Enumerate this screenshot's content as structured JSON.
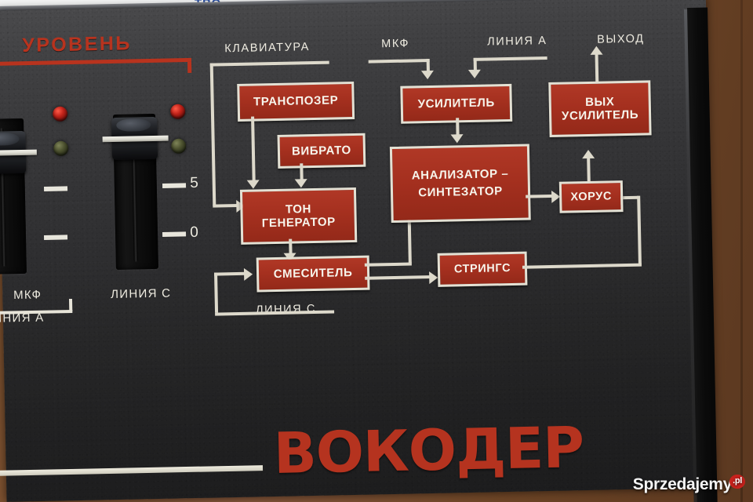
{
  "device": {
    "brand_logo": "ВОКОДЕР",
    "section_title": "УРОВЕНЬ"
  },
  "colors": {
    "panel_dark": "#2a2a2c",
    "panel_light": "#4a4a4c",
    "block_red": "#a5301f",
    "accent_red": "#b8331e",
    "line_cream": "#ddd9cb",
    "text_cream": "#efece1",
    "led_red": "#c0231a",
    "led_green": "#4c512f",
    "wood_bg": "#7a4f2c"
  },
  "level_section": {
    "faders": [
      {
        "name": "fader-mic",
        "label_top": "МКФ",
        "label_bottom": "ЛИНИЯ А"
      },
      {
        "name": "fader-line-c",
        "label": "ЛИНИЯ С"
      }
    ],
    "scale_labels": [
      "5",
      "0"
    ],
    "leds": [
      {
        "name": "led-red-1",
        "color": "red"
      },
      {
        "name": "led-green-1",
        "color": "green"
      },
      {
        "name": "led-red-2",
        "color": "red"
      },
      {
        "name": "led-green-2",
        "color": "green"
      }
    ]
  },
  "diagram": {
    "type": "signal-flow-block-diagram",
    "blocks": [
      {
        "id": "transposer",
        "label": "ТРАНСПОЗЕР"
      },
      {
        "id": "vibrato",
        "label": "ВИБРАТО"
      },
      {
        "id": "tone_gen",
        "label": "ТОН\nГЕНЕРАТОР",
        "line1": "ТОН",
        "line2": "ГЕНЕРАТОР"
      },
      {
        "id": "mixer",
        "label": "СМЕСИТЕЛЬ"
      },
      {
        "id": "amplifier",
        "label": "УСИЛИТЕЛЬ"
      },
      {
        "id": "analyzer",
        "label": "АНАЛИЗАТОР –\nСИНТЕЗАТОР",
        "line1": "АНАЛИЗАТОР –",
        "line2": "СИНТЕЗАТОР"
      },
      {
        "id": "strings",
        "label": "СТРИНГС"
      },
      {
        "id": "chorus",
        "label": "ХОРУС"
      },
      {
        "id": "out_amp",
        "label": "ВЫХ\nУСИЛИТЕЛЬ",
        "line1": "ВЫХ",
        "line2": "УСИЛИТЕЛЬ"
      }
    ],
    "signal_labels": [
      {
        "id": "keyboard",
        "label": "КЛАВИАТУРА"
      },
      {
        "id": "mic",
        "label": "МКФ"
      },
      {
        "id": "line_a",
        "label": "ЛИНИЯ А"
      },
      {
        "id": "output",
        "label": "ВЫХОД"
      },
      {
        "id": "line_c",
        "label": "ЛИНИЯ С"
      }
    ],
    "connections": [
      "КЛАВИАТУРА → ТРАНСПОЗЕР",
      "КЛАВИАТУРА → ТОН ГЕНЕРАТОР",
      "ТРАНСПОЗЕР → ТОН ГЕНЕРАТОР",
      "ВИБРАТО → ТОН ГЕНЕРАТОР",
      "ТОН ГЕНЕРАТОР → СМЕСИТЕЛЬ",
      "ЛИНИЯ С → СМЕСИТЕЛЬ",
      "СМЕСИТЕЛЬ → АНАЛИЗАТОР – СИНТЕЗАТОР",
      "СМЕСИТЕЛЬ → СТРИНГС",
      "МКФ → УСИЛИТЕЛЬ",
      "ЛИНИЯ А → УСИЛИТЕЛЬ",
      "УСИЛИТЕЛЬ → АНАЛИЗАТОР – СИНТЕЗАТОР",
      "АНАЛИЗАТОР – СИНТЕЗАТОР → ХОРУС",
      "СТРИНГС → ХОРУС",
      "ХОРУС → ВЫХ УСИЛИТЕЛЬ",
      "ВЫХ УСИЛИТЕЛЬ → ВЫХОД"
    ]
  },
  "watermark": {
    "text": "Sprzedajemy",
    "suffix": ".pl"
  },
  "background": {
    "blue_text": "ТВО"
  }
}
